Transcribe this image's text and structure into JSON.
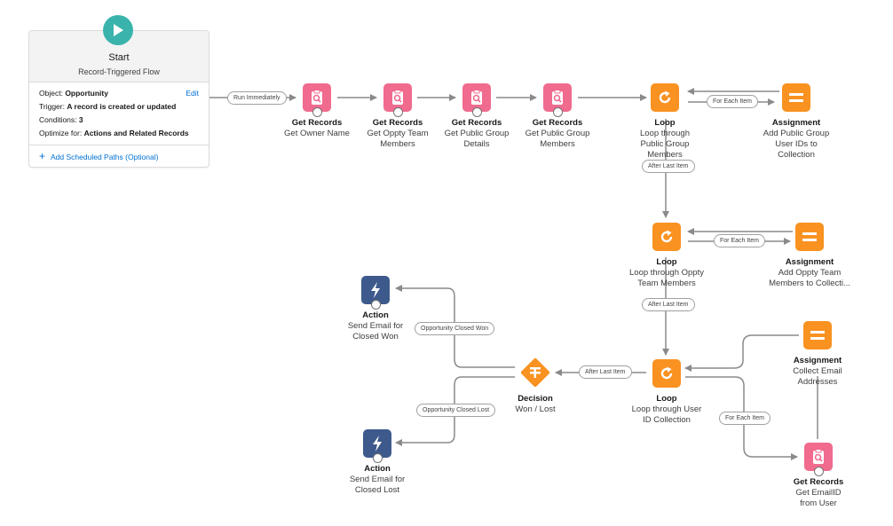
{
  "start": {
    "title": "Start",
    "subtitle": "Record-Triggered Flow",
    "object_label": "Object:",
    "object_value": "Opportunity",
    "edit_label": "Edit",
    "trigger_label": "Trigger:",
    "trigger_value": "A record is created or updated",
    "conditions_label": "Conditions:",
    "conditions_value": "3",
    "optimize_label": "Optimize for:",
    "optimize_value": "Actions and Related Records",
    "add_paths_label": "Add Scheduled Paths (Optional)",
    "icon": "play-icon",
    "icon_color": "#3bb3ad"
  },
  "nodes": {
    "get_owner": {
      "type": "Get Records",
      "label": "Get Owner Name",
      "icon": "get-records-icon"
    },
    "get_oppty_team": {
      "type": "Get Records",
      "label": "Get Oppty Team Members",
      "icon": "get-records-icon"
    },
    "get_group_details": {
      "type": "Get Records",
      "label": "Get Public Group Details",
      "icon": "get-records-icon"
    },
    "get_group_members": {
      "type": "Get Records",
      "label": "Get Public Group Members",
      "icon": "get-records-icon"
    },
    "loop_group": {
      "type": "Loop",
      "label": "Loop through Public Group Members",
      "icon": "loop-icon"
    },
    "assign_group": {
      "type": "Assignment",
      "label": "Add Public Group User IDs to Collection",
      "icon": "assignment-icon"
    },
    "loop_oppty": {
      "type": "Loop",
      "label": "Loop through Oppty Team Members",
      "icon": "loop-icon"
    },
    "assign_oppty": {
      "type": "Assignment",
      "label": "Add Oppty Team Members to Collecti...",
      "icon": "assignment-icon"
    },
    "loop_userid": {
      "type": "Loop",
      "label": "Loop through User ID Collection",
      "icon": "loop-icon"
    },
    "assign_email": {
      "type": "Assignment",
      "label": "Collect Email Addresses",
      "icon": "assignment-icon"
    },
    "get_email": {
      "type": "Get Records",
      "label": "Get EmailID from User",
      "icon": "get-records-icon"
    },
    "decision": {
      "type": "Decision",
      "label": "Won / Lost",
      "icon": "decision-icon"
    },
    "action_won": {
      "type": "Action",
      "label": "Send Email for Closed Won",
      "icon": "action-bolt-icon"
    },
    "action_lost": {
      "type": "Action",
      "label": "Send Email for Closed Lost",
      "icon": "action-bolt-icon"
    }
  },
  "connectors": {
    "run_immediately": "Run Immediately",
    "for_each_1": "For Each Item",
    "after_last_1": "After Last Item",
    "for_each_2": "For Each Item",
    "after_last_2": "After Last Item",
    "for_each_3": "For Each Item",
    "after_last_3": "After Last Item",
    "closed_won": "Opportunity Closed Won",
    "closed_lost": "Opportunity Closed Lost"
  },
  "colors": {
    "get_records": "#f06b8e",
    "loop_assignment_decision": "#f99221",
    "action": "#3e5a8c",
    "connector": "#8a8a8a",
    "link": "#0070d2"
  }
}
